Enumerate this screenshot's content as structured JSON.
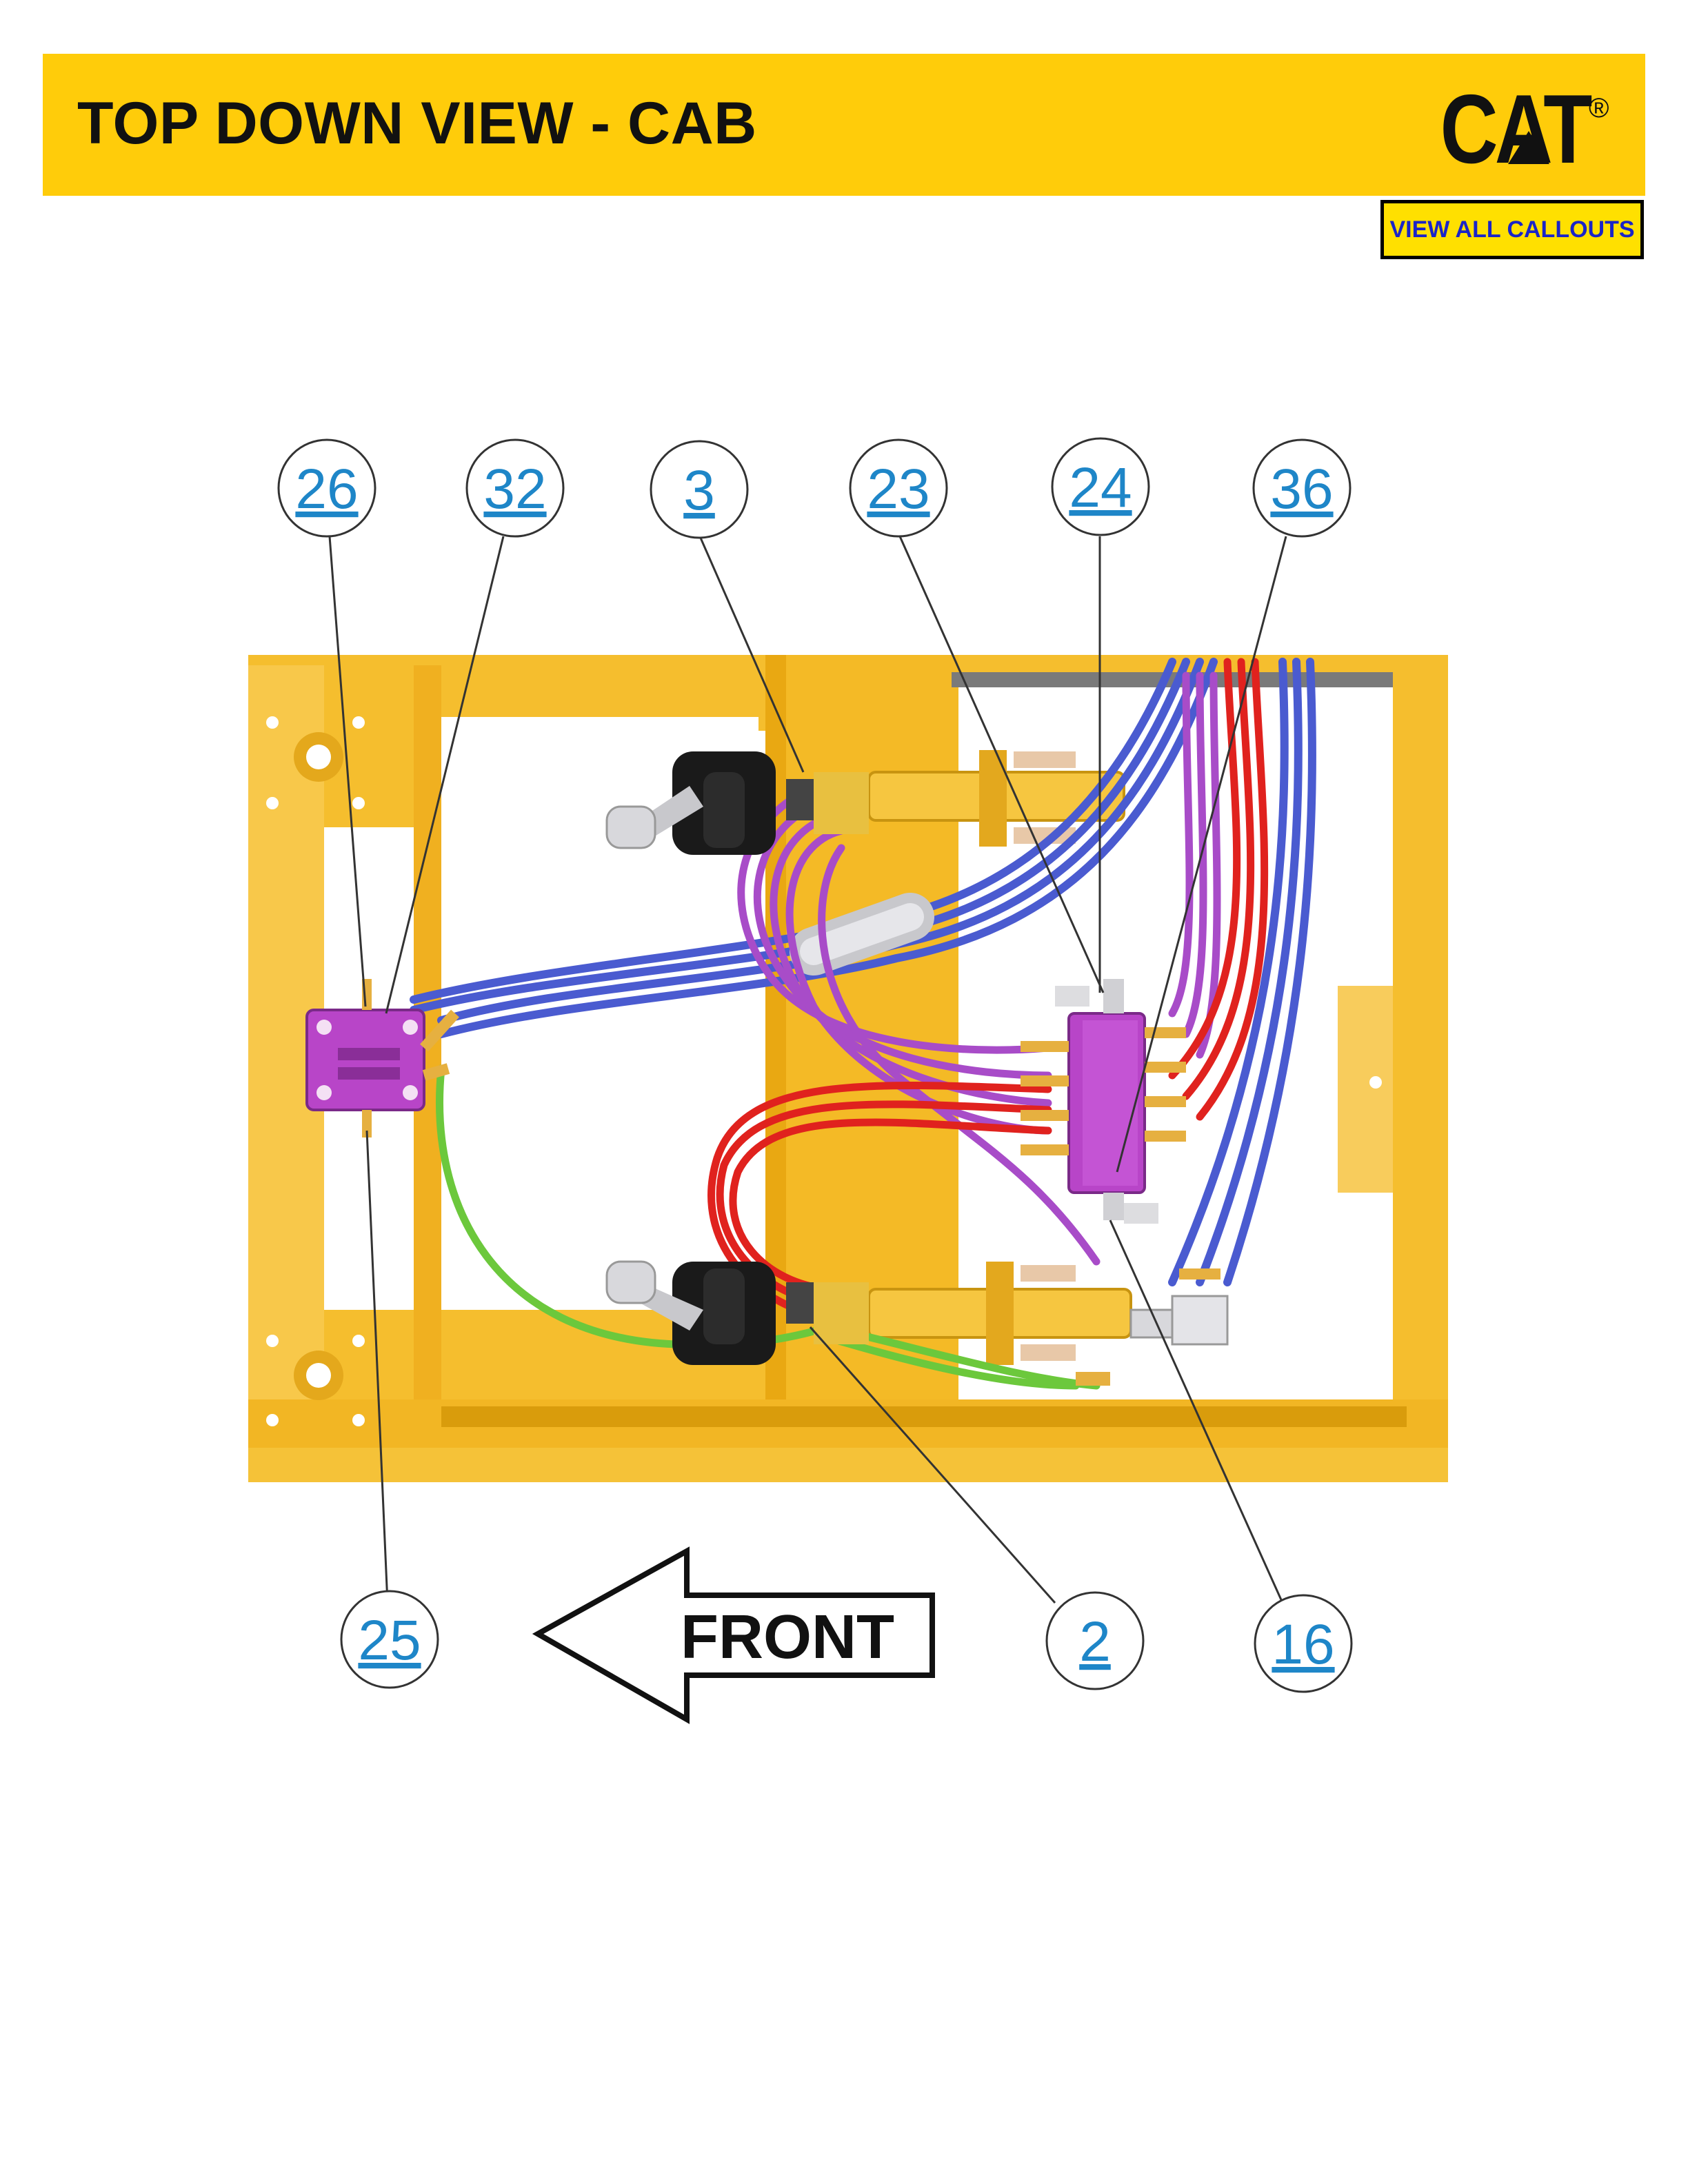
{
  "header": {
    "title": "TOP DOWN VIEW - CAB",
    "logo_text": "CAT",
    "registered_mark": "®",
    "background_color": "#FFCC0A"
  },
  "actions": {
    "view_all_callouts": "VIEW ALL CALLOUTS"
  },
  "callouts": {
    "top": [
      "26",
      "32",
      "3",
      "23",
      "24",
      "36"
    ],
    "bottom": [
      "25",
      "2",
      "16"
    ]
  },
  "direction_label": "FRONT",
  "colors": {
    "frame": "#F5BE2E",
    "hose_blue": "#4A5BD0",
    "hose_purple": "#A84CC8",
    "hose_red": "#E0221E",
    "hose_green": "#6CC83C",
    "valve_block": "#B845C8",
    "callout_link": "#1E86C8"
  }
}
